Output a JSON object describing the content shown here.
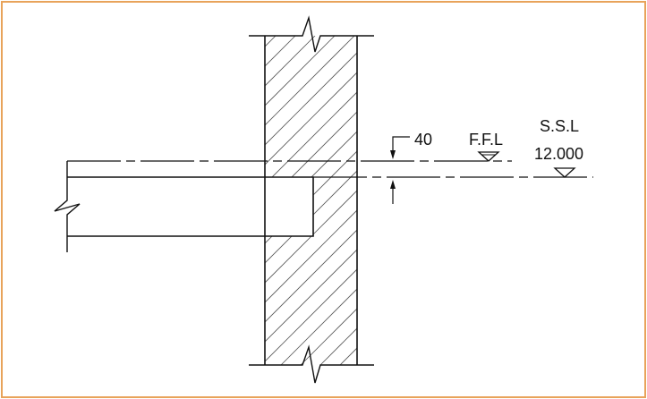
{
  "drawing": {
    "dimension_value": "40",
    "ffl_label": "F.F.L",
    "ssl_label": "S.S.L",
    "ssl_value": "12.000"
  },
  "colors": {
    "border": "#e8a35a",
    "line": "#111111",
    "background": "#ffffff"
  }
}
